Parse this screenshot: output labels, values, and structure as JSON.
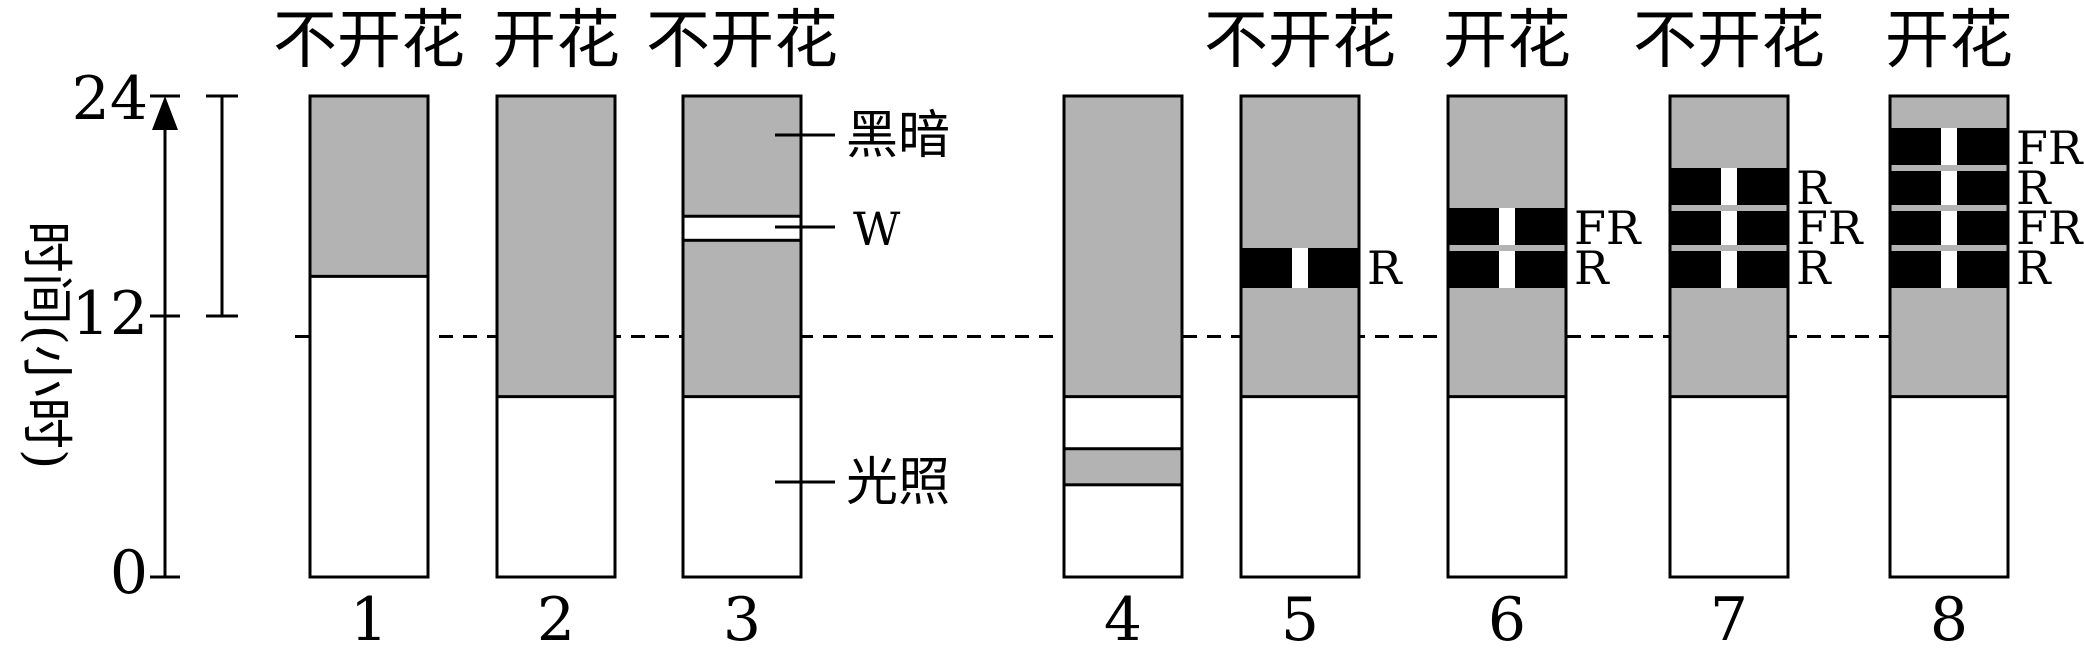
{
  "axis": {
    "label": "时间(小时)",
    "min": 0,
    "max": 24,
    "ticks": [
      "0",
      "12",
      "24"
    ],
    "dashed_line_at": 12,
    "bracket": [
      12,
      24
    ]
  },
  "colors": {
    "dark": "#b3b3b3",
    "light": "#ffffff",
    "pulse": "#000000",
    "fr_line": "#b3b3b3",
    "outline": "#000000"
  },
  "annotations": {
    "dark": "黑暗",
    "white_flash": "W",
    "light": "光照"
  },
  "columns": [
    {
      "id": "1",
      "result": "不开花",
      "light_hours": 15
    },
    {
      "id": "2",
      "result": "开花",
      "light_hours": 9
    },
    {
      "id": "3",
      "result": "不开花",
      "light_hours": 9,
      "flash": {
        "label": "W",
        "from": 16.8,
        "to": 18
      }
    },
    {
      "id": "4",
      "result": "",
      "light_hours": 9,
      "dark_segment": [
        4.6,
        6.4
      ]
    },
    {
      "id": "5",
      "result": "不开花",
      "light_hours": 9,
      "pulses": [
        "R"
      ]
    },
    {
      "id": "6",
      "result": "开花",
      "light_hours": 9,
      "pulses": [
        "R",
        "FR"
      ]
    },
    {
      "id": "7",
      "result": "不开花",
      "light_hours": 9,
      "pulses": [
        "R",
        "FR",
        "R"
      ]
    },
    {
      "id": "8",
      "result": "开花",
      "light_hours": 9,
      "pulses": [
        "R",
        "FR",
        "R",
        "FR"
      ]
    }
  ]
}
